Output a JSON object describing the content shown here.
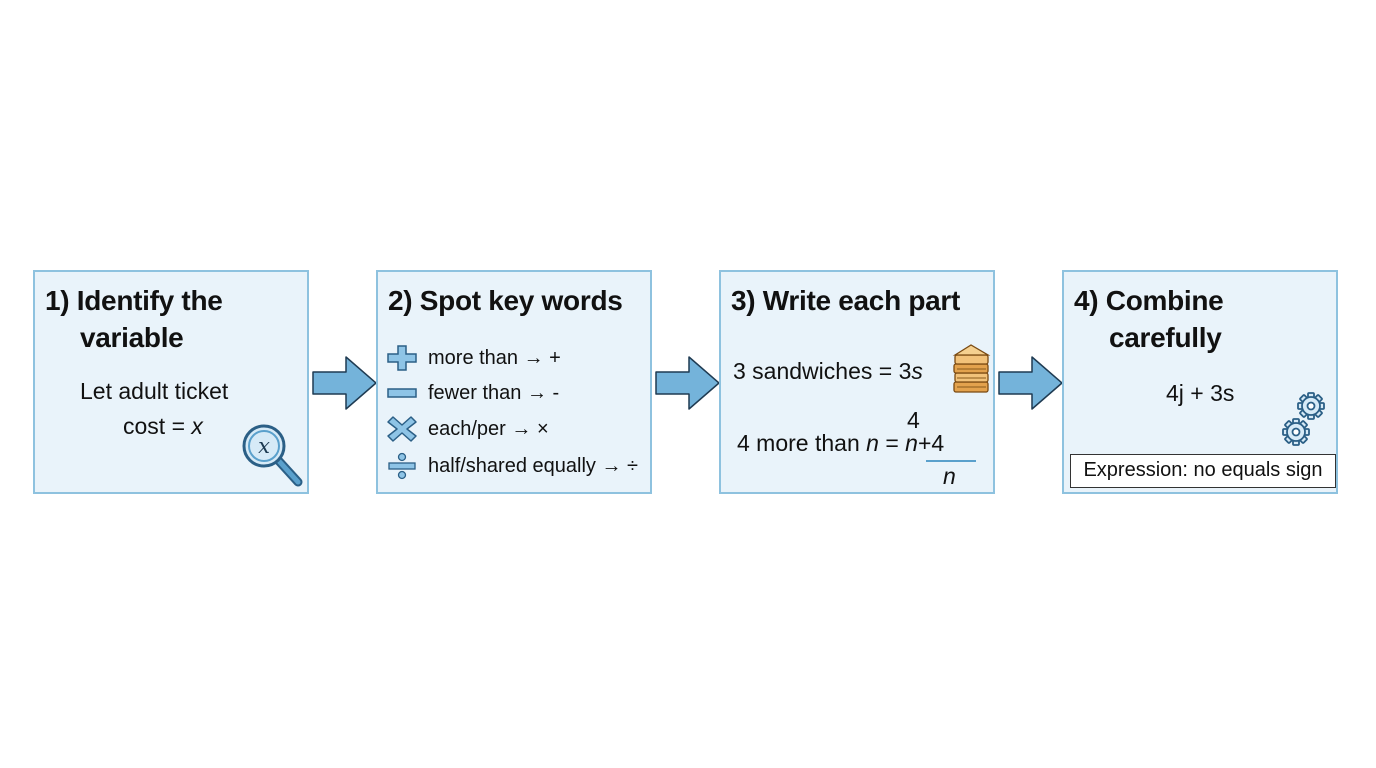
{
  "steps": [
    {
      "title_line1": "1) Identify the",
      "title_line2": "variable",
      "line1": "Let adult ticket",
      "line2_prefix": "cost = ",
      "line2_var": "x",
      "icon": "magnifier-x-icon",
      "icon_glyph": "x"
    },
    {
      "title_line1": "2) Spot key words",
      "keywords": [
        {
          "icon": "plus-icon",
          "text": "more than → +"
        },
        {
          "icon": "minus-icon",
          "text": "fewer than → -"
        },
        {
          "icon": "times-icon",
          "text": "each/per → ×"
        },
        {
          "icon": "divide-icon",
          "text": "half/shared equally → ÷"
        }
      ]
    },
    {
      "title_line1": "3) Write each part",
      "line1_prefix": "3 sandwiches = 3",
      "line1_var": "s",
      "line2_prefix": "4 more than ",
      "line2_var": "n",
      "line2_mid": " = ",
      "line2_expr_var": "n",
      "line2_expr_rest": "+4",
      "frac_top": "4",
      "frac_bottom": "n",
      "icon": "sandwich-stack-icon"
    },
    {
      "title_line1": "4) Combine",
      "title_line2": "carefully",
      "expression": "4j + 3s",
      "note": "Expression: no equals sign",
      "icon": "gears-icon"
    }
  ],
  "colors": {
    "box_fill": "#e9f3fa",
    "box_border": "#8ec2df",
    "arrow_fill": "#74b3da",
    "arrow_stroke": "#1f3b52",
    "icon_blue": "#5aa0cc"
  }
}
